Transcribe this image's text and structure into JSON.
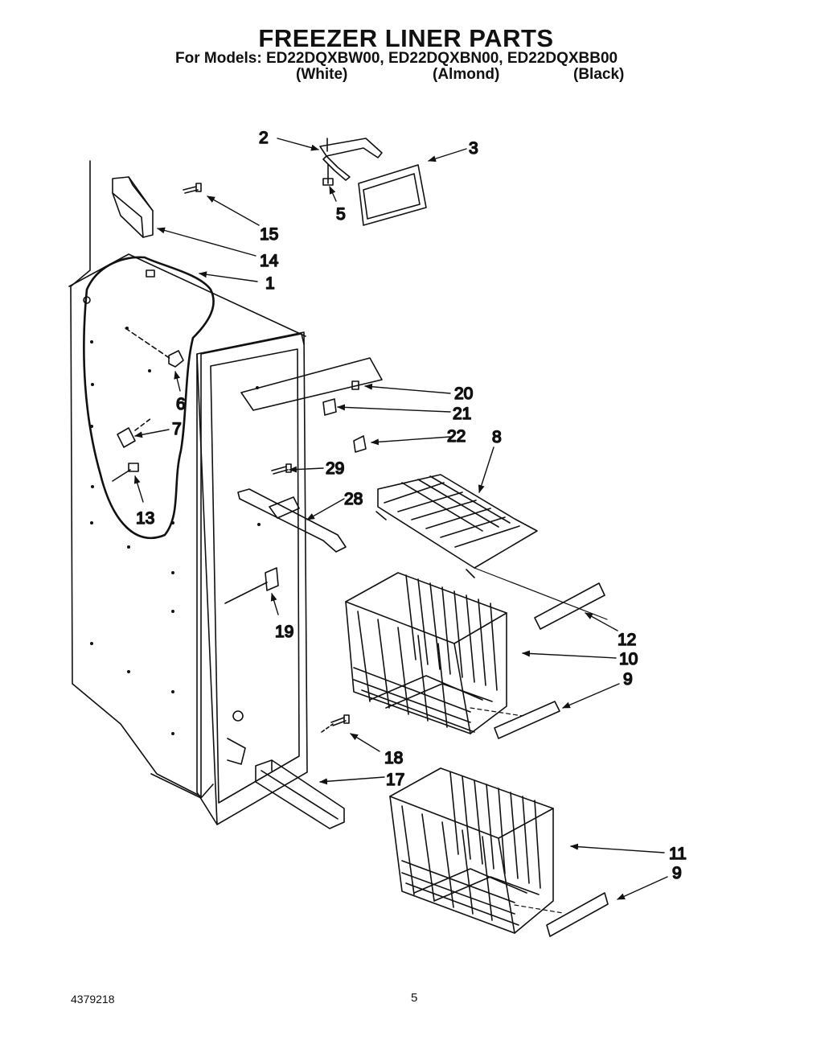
{
  "header": {
    "title": "FREEZER LINER PARTS",
    "models_line": "For Models: ED22DQXBW00,  ED22DQXBN00,  ED22DQXBB00",
    "colors": [
      "(White)",
      "(Almond)",
      "(Black)"
    ]
  },
  "callouts": [
    "2",
    "3",
    "5",
    "15",
    "14",
    "1",
    "20",
    "21",
    "22",
    "8",
    "6",
    "7",
    "29",
    "28",
    "13",
    "19",
    "12",
    "10",
    "9",
    "18",
    "17",
    "11",
    "9"
  ],
  "footer": {
    "doc_number": "4379218",
    "page_number": "5"
  }
}
